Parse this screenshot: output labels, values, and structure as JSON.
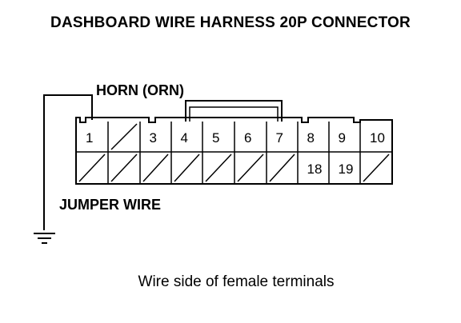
{
  "title": "DASHBOARD WIRE HARNESS 20P CONNECTOR",
  "labels": {
    "horn": "HORN (ORN)",
    "jumper": "JUMPER WIRE"
  },
  "caption": "Wire side of female terminals",
  "terminals": {
    "row1": [
      {
        "text": "1",
        "used": true
      },
      {
        "text": "",
        "used": false
      },
      {
        "text": "3",
        "used": true
      },
      {
        "text": "4",
        "used": true
      },
      {
        "text": "5",
        "used": true
      },
      {
        "text": "6",
        "used": true
      },
      {
        "text": "7",
        "used": true
      },
      {
        "text": "8",
        "used": true
      },
      {
        "text": "9",
        "used": true
      },
      {
        "text": "10",
        "used": true
      }
    ],
    "row2": [
      {
        "text": "",
        "used": false
      },
      {
        "text": "",
        "used": false
      },
      {
        "text": "",
        "used": false
      },
      {
        "text": "",
        "used": false
      },
      {
        "text": "",
        "used": false
      },
      {
        "text": "",
        "used": false
      },
      {
        "text": "",
        "used": false
      },
      {
        "text": "18",
        "used": true
      },
      {
        "text": "19",
        "used": true
      },
      {
        "text": "",
        "used": false
      }
    ]
  },
  "colors": {
    "line": "#000000",
    "background": "#ffffff"
  }
}
